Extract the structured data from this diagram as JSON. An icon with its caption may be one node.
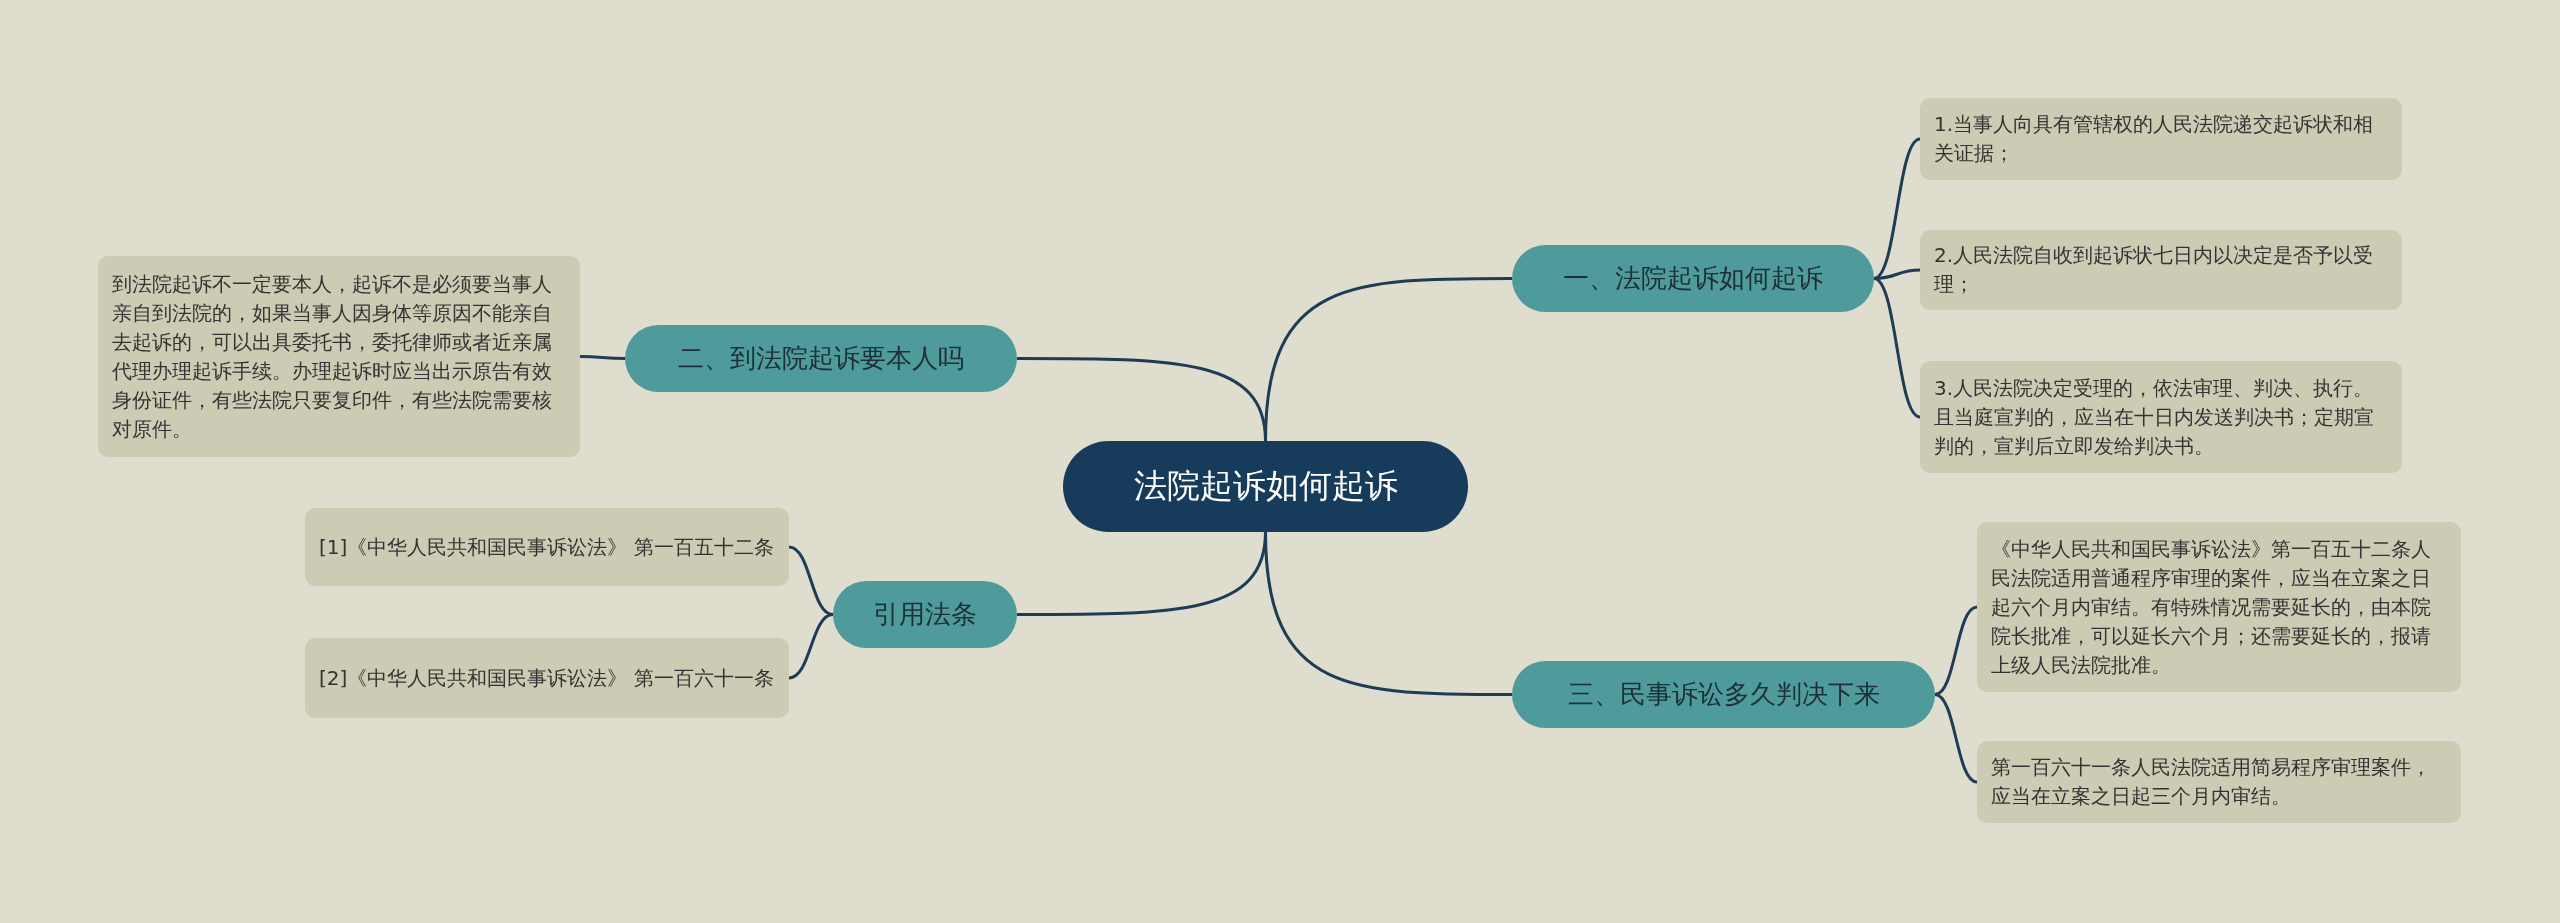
{
  "diagram": {
    "nodes": [
      {
        "text": [
          "法院起诉如何起诉"
        ]
      },
      {
        "text": [
          "一、法院起诉如何起诉"
        ]
      },
      {
        "text": [
          "1.当事人向具有管辖权的人民法院递交起诉状和相关证据；"
        ]
      },
      {
        "text": [
          "2.人民法院自收到起诉状七日内以决定是否予以受理；"
        ]
      },
      {
        "text": [
          "3.人民法院决定受理的，依法审理、判决、执行。且当庭宣判的，应当在十日内发送判决书；定期宣判的，宣判后立即发给判决书。"
        ]
      },
      {
        "text": [
          "二、到法院起诉要本人吗"
        ]
      },
      {
        "text": [
          "到法院起诉不一定要本人，起诉不是必须要当事人亲自到法院的，如果当事人因身体等原因不能亲自去起诉的，可以出具委托书，委托律师或者近亲属代理办理起诉手续。办理起诉时应当出示原告有效身份证件，有些法院只要复印件，有些法院需要核对原件。"
        ]
      },
      {
        "text": [
          "引用法条"
        ]
      },
      {
        "text": [
          "[1]《中华人民共和国民事诉讼法》 第一百五十二条"
        ]
      },
      {
        "text": [
          "[2]《中华人民共和国民事诉讼法》 第一百六十一条"
        ]
      },
      {
        "text": [
          "三、民事诉讼多久判决下来"
        ]
      },
      {
        "text": [
          "《中华人民共和国民事诉讼法》第一百五十二条人民法院适用普通程序审理的案件，应当在立案之日起六个月内审结。有特殊情况需要延长的，由本院院长批准，可以延长六个月；还需要延长的，报请上级人民法院批准。"
        ]
      },
      {
        "text": [
          "第一百六十一条人民法院适用简易程序审理案件，应当在立案之日起三个月内审结。"
        ]
      }
    ],
    "edges": [
      {
        "from": 0,
        "to": 1,
        "arrow": "none"
      },
      {
        "from": 1,
        "to": 2,
        "arrow": "none"
      },
      {
        "from": 1,
        "to": 3,
        "arrow": "none"
      },
      {
        "from": 1,
        "to": 4,
        "arrow": "none"
      },
      {
        "from": 0,
        "to": 5,
        "arrow": "none"
      },
      {
        "from": 5,
        "to": 6,
        "arrow": "none"
      },
      {
        "from": 0,
        "to": 7,
        "arrow": "none"
      },
      {
        "from": 7,
        "to": 8,
        "arrow": "none"
      },
      {
        "from": 7,
        "to": 9,
        "arrow": "none"
      },
      {
        "from": 0,
        "to": 10,
        "arrow": "none"
      },
      {
        "from": 10,
        "to": 11,
        "arrow": "none"
      },
      {
        "from": 10,
        "to": 12,
        "arrow": "none"
      }
    ]
  }
}
